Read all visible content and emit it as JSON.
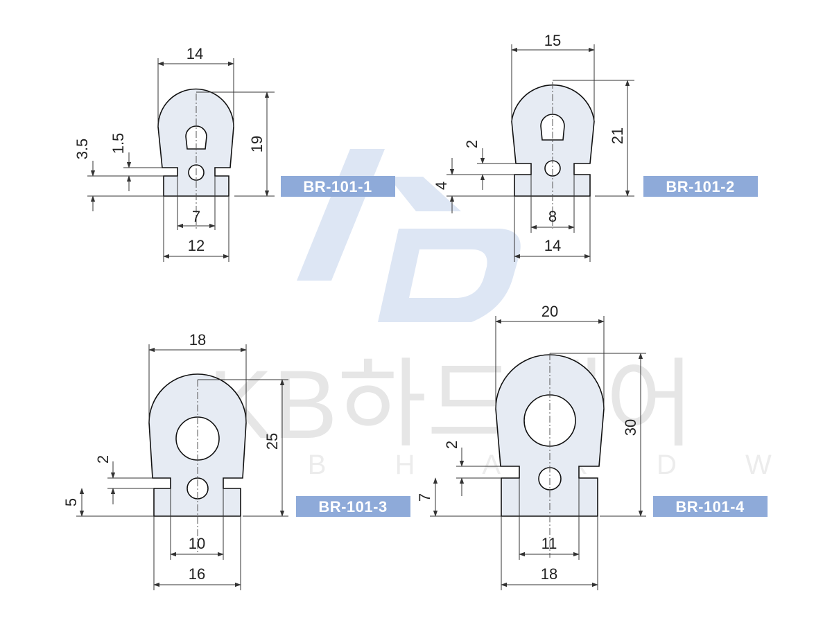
{
  "watermark": {
    "logo_text": "KB",
    "brand_korean": "KB하드웨어",
    "brand_english": "K B   H A R D W A R E"
  },
  "colors": {
    "label_bg": "#8eaad9",
    "part_fill": "#e6ebf3",
    "logo": "#dde6f4"
  },
  "parts": [
    {
      "label": "BR-101-1",
      "dims": {
        "top_width": "14",
        "height": "19",
        "base_height": "3.5",
        "slot_height": "1.5",
        "inner_width": "7",
        "base_width": "12"
      }
    },
    {
      "label": "BR-101-2",
      "dims": {
        "top_width": "15",
        "height": "21",
        "slot_height": "2",
        "base_height": "4",
        "inner_width": "8",
        "base_width": "14"
      }
    },
    {
      "label": "BR-101-3",
      "dims": {
        "top_width": "18",
        "height": "25",
        "slot_height": "2",
        "base_height": "5",
        "inner_width": "10",
        "base_width": "16"
      }
    },
    {
      "label": "BR-101-4",
      "dims": {
        "top_width": "20",
        "height": "30",
        "slot_height": "2",
        "base_height": "7",
        "inner_width": "11",
        "base_width": "18"
      }
    }
  ]
}
